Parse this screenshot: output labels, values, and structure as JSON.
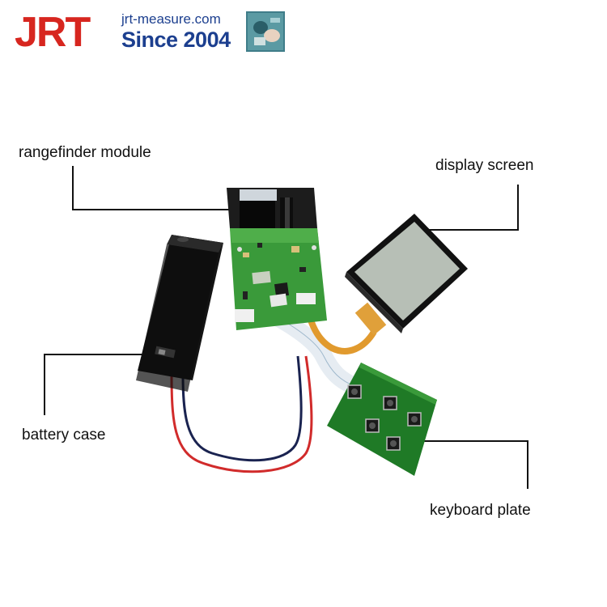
{
  "brand": {
    "logo_text": "JRT",
    "website": "jrt-measure.com",
    "since": "Since 2004"
  },
  "labels": {
    "rangefinder_module": "rangefinder module",
    "display_screen": "display screen",
    "battery_case": "battery case",
    "keyboard_plate": "keyboard plate"
  },
  "colors": {
    "brand_red": "#d7261f",
    "brand_blue": "#1c3f8f",
    "pcb_green": "#2e8b2e",
    "lcd_gray": "#b7bfb6"
  }
}
